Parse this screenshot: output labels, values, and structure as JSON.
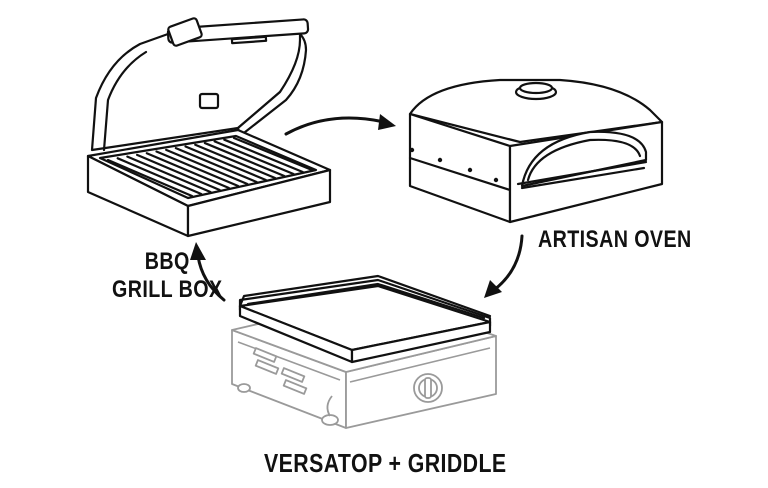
{
  "labels": {
    "bbq_line1": "BBQ",
    "bbq_line2": "GRILL BOX",
    "oven": "ARTISAN OVEN",
    "versatop": "VERSATOP + GRIDDLE"
  },
  "colors": {
    "ink": "#111111",
    "base_gray": "#9a9a9a",
    "background": "#ffffff"
  },
  "arrows": [
    "grill-to-oven",
    "oven-to-griddle",
    "griddle-to-grill"
  ]
}
